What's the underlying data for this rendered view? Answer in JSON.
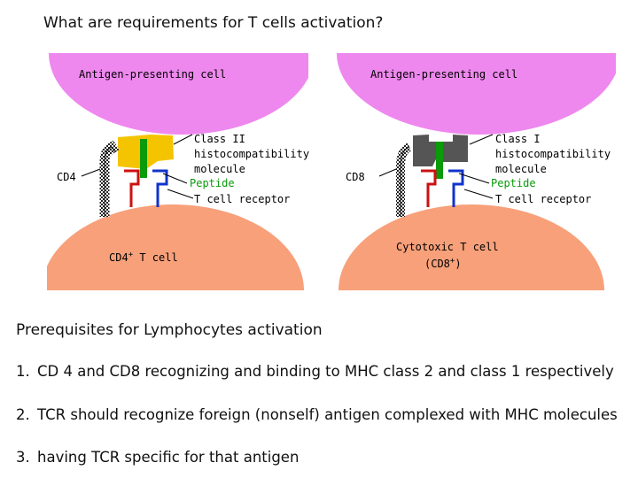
{
  "title": "What are requirements for T cells activation?",
  "left_panel": {
    "apc_label": "Antigen-presenting cell",
    "coreceptor_label": "CD4",
    "mhc_label_lines": [
      "Class II",
      "histocompatibility",
      "molecule"
    ],
    "peptide_label": "Peptide",
    "tcr_label": "T cell receptor",
    "tcell_label": "CD4",
    "tcell_label_sup": "+",
    "tcell_label_suffix": " T cell",
    "mhc_color": "#f5c400"
  },
  "right_panel": {
    "apc_label": "Antigen-presenting cell",
    "coreceptor_label": "CD8",
    "mhc_label_lines": [
      "Class I",
      "histocompatibility",
      "molecule"
    ],
    "peptide_label": "Peptide",
    "tcr_label": "T cell receptor",
    "tcell_label_line1": "Cytotoxic T cell",
    "tcell_label_line2": "(CD8",
    "tcell_label_line2_sup": "+",
    "tcell_label_line2_suffix": ")",
    "mhc_color": "#555555"
  },
  "colors": {
    "apc": "#ee88ee",
    "tcell": "#f7a07a",
    "peptide": "#0a9a0a",
    "tcr_red": "#cc1111",
    "tcr_blue": "#1133cc"
  },
  "prerequisites": {
    "heading": "Prerequisites for Lymphocytes activation",
    "items": [
      {
        "num": "1.",
        "text": "CD 4 and CD8 recognizing and binding to MHC class 2  and class 1 respectively"
      },
      {
        "num": "2.",
        "text": "TCR should recognize foreign (nonself) antigen complexed with MHC molecules"
      },
      {
        "num": "3.",
        "text": "having TCR specific for that antigen"
      }
    ]
  }
}
